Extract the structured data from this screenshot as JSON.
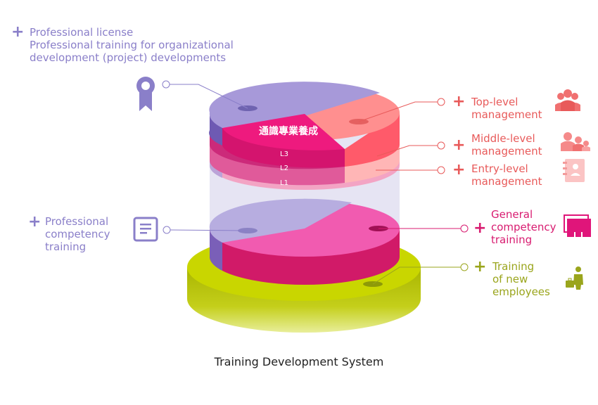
{
  "diagram": {
    "caption": "Training Development System",
    "center_label": "通識專業養成",
    "levels": [
      "L3",
      "L2",
      "L1"
    ],
    "labels": {
      "professional_license": [
        "Professional license",
        "Professional training for organizational",
        "development (project) developments"
      ],
      "top_level": [
        "Top-level",
        "management"
      ],
      "middle_level": [
        "Middle-level",
        "management"
      ],
      "entry_level": [
        "Entry-level",
        "management"
      ],
      "professional_competency": [
        "Professional",
        "competency",
        "training"
      ],
      "general_competency": [
        "General",
        "competency",
        "training"
      ],
      "new_employees": [
        "Training",
        "of new",
        "employees"
      ]
    },
    "plus_symbol": "+",
    "icons": {
      "license": "award-ribbon-icon",
      "top": "group-of-three-people-icon",
      "middle": "group-of-people-icon",
      "entry": "contact-book-icon",
      "competency": "document-icon",
      "general": "presentation-board-icon",
      "newemp": "person-with-briefcase-icon"
    },
    "colors": {
      "purple": "#8a7fc9",
      "red": "#e85a5a",
      "pink": "#d81b70",
      "olive": "#9aa51c",
      "lime": "#c8d400"
    }
  }
}
